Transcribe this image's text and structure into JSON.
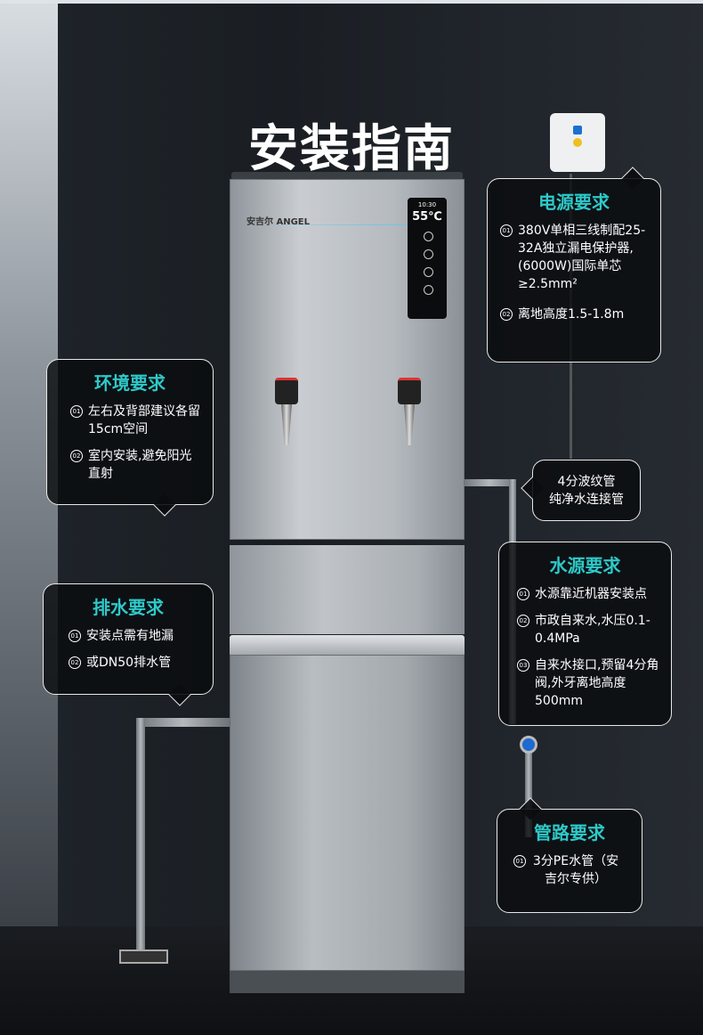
{
  "title": "安装指南",
  "machine": {
    "brand": "安吉尔 ANGEL",
    "time": "10:30",
    "temp": "55℃"
  },
  "power": {
    "heading": "电源要求",
    "items": [
      {
        "n": "01",
        "text": "380V单相三线制配25-32A独立漏电保护器,(6000W)国际单芯≥2.5mm²"
      },
      {
        "n": "02",
        "text": "离地高度1.5-1.8m"
      }
    ]
  },
  "env": {
    "heading": "环境要求",
    "items": [
      {
        "n": "01",
        "text": "左右及背部建议各留15cm空间"
      },
      {
        "n": "02",
        "text": "室内安装,避免阳光直射"
      }
    ]
  },
  "drain": {
    "heading": "排水要求",
    "items": [
      {
        "n": "01",
        "text": "安装点需有地漏"
      },
      {
        "n": "02",
        "text": "或DN50排水管"
      }
    ]
  },
  "hose": {
    "line1": "4分波纹管",
    "line2": "纯净水连接管"
  },
  "water": {
    "heading": "水源要求",
    "items": [
      {
        "n": "01",
        "text": "水源靠近机器安装点"
      },
      {
        "n": "02",
        "text": "市政自来水,水压0.1-0.4MPa"
      },
      {
        "n": "03",
        "text": "自来水接口,预留4分角阀,外牙离地高度500mm"
      }
    ]
  },
  "piping": {
    "heading": "管路要求",
    "items": [
      {
        "n": "01",
        "text": "3分PE水管（安吉尔专供）"
      }
    ]
  }
}
